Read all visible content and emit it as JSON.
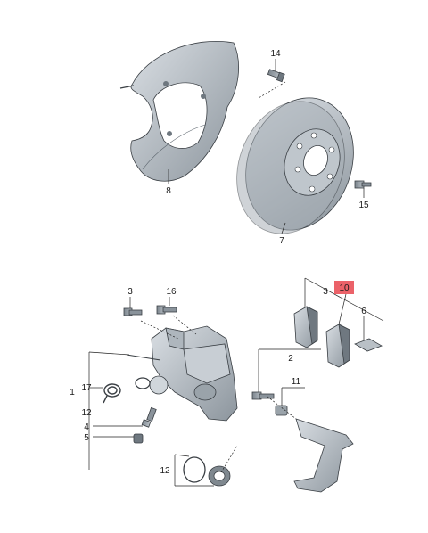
{
  "callouts": {
    "c1": "1",
    "c2": "2",
    "c3": "3",
    "c3b": "3",
    "c4": "4",
    "c5": "5",
    "c6": "6",
    "c7": "7",
    "c8": "8",
    "c10": "10",
    "c11": "11",
    "c12a": "12",
    "c12b": "12",
    "c14": "14",
    "c15": "15",
    "c16": "16",
    "c17": "17"
  },
  "highlight_color": "#e8474f"
}
